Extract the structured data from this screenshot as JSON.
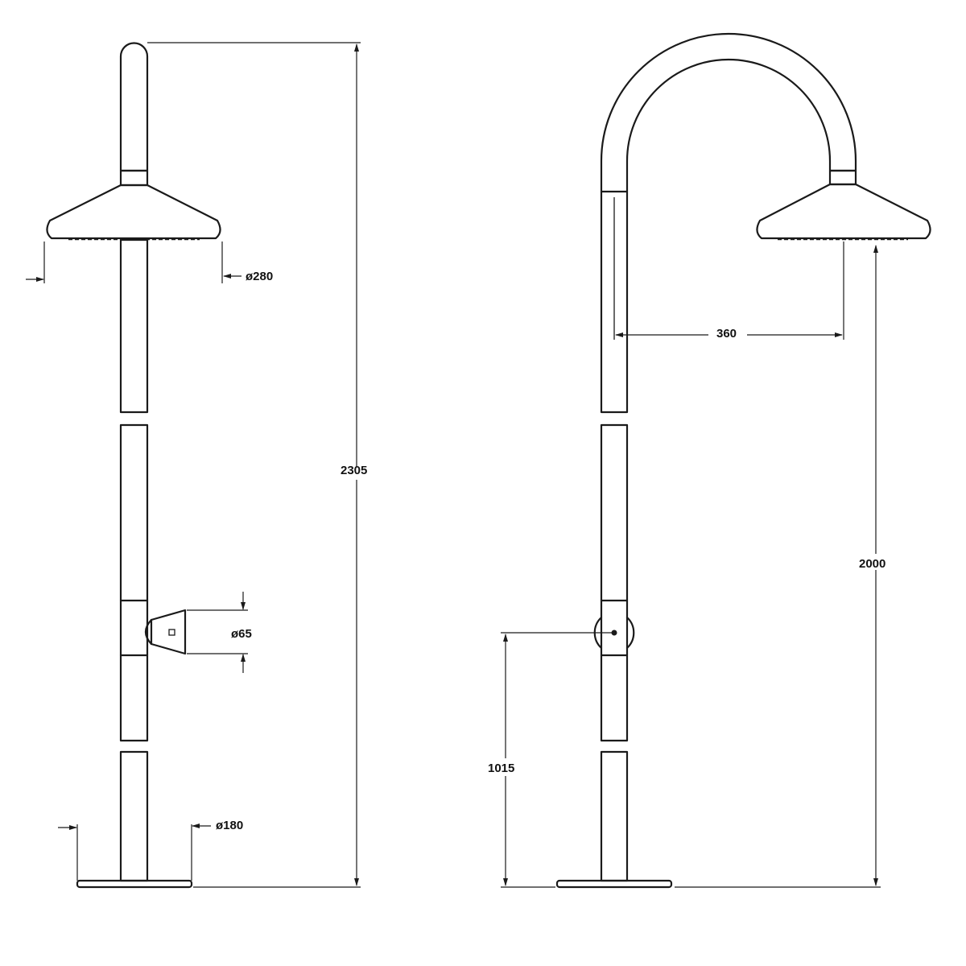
{
  "front_view": {
    "head_diameter_label": "ø280",
    "overall_height_label": "2305",
    "mixer_diameter_label": "ø65",
    "base_diameter_label": "ø180"
  },
  "side_view": {
    "arm_reach_label": "360",
    "head_height_label": "2000",
    "mixer_height_label": "1015"
  },
  "colors": {
    "line": "#1a1a1a",
    "background": "#ffffff"
  }
}
